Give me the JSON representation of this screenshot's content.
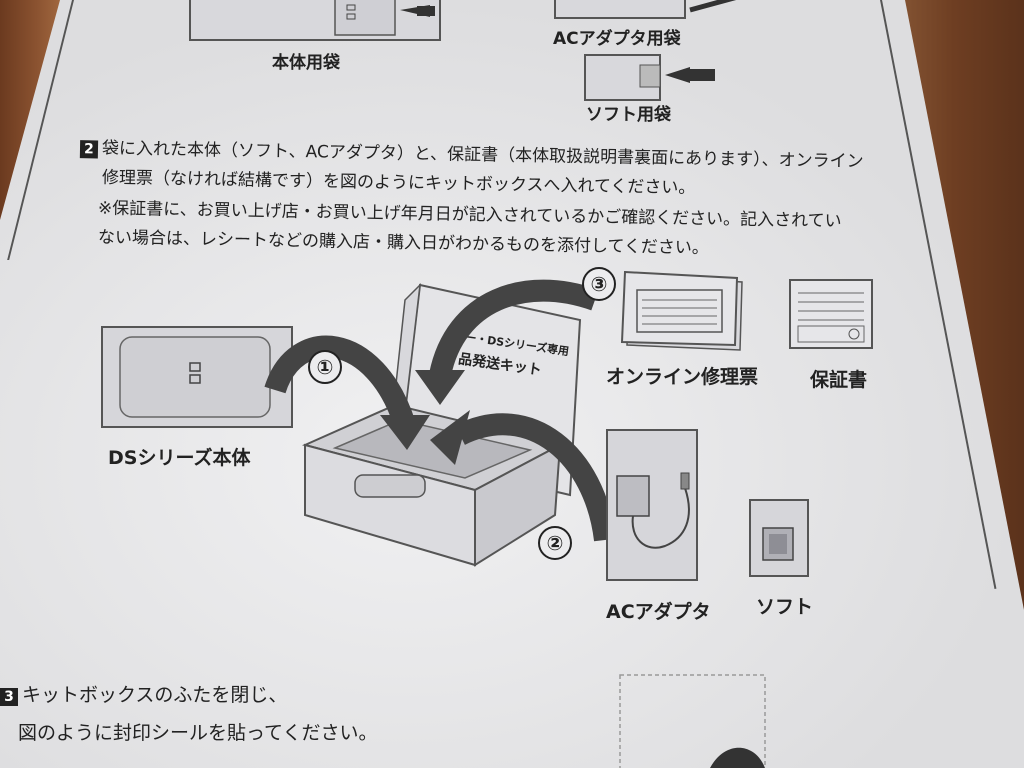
{
  "top_labels": {
    "honta_bag": "本体用袋",
    "ac_bag": "ACアダプタ用袋",
    "soft_bag": "ソフト用袋"
  },
  "step2": {
    "number": "2",
    "line1": "袋に入れた本体（ソフト、ACアダプタ）と、保証書（本体取扱説明書裏面にあります）、オンライン",
    "line2": "修理票（なければ結構です）を図のようにキットボックスへ入れてください。",
    "line3": "※保証書に、お買い上げ店・お買い上げ年月日が記入されているかご確認ください。記入されてい",
    "line4": "ない場合は、レシートなどの購入店・購入日がわかるものを添付してください。"
  },
  "diagram": {
    "box_text_line1": "ー・DSシリーズ専用",
    "box_text_line2": "品発送キット",
    "num1": "①",
    "num2": "②",
    "num3": "③",
    "ds_label": "DSシリーズ本体",
    "online_label": "オンライン修理票",
    "warranty_label": "保証書",
    "ac_label": "ACアダプタ",
    "soft_label": "ソフト"
  },
  "step3": {
    "number": "3",
    "line1": "キットボックスのふたを閉じ、",
    "line2": "図のように封印シールを貼ってください。"
  },
  "colors": {
    "paper": "#e9e9eb",
    "ink": "#222222",
    "arrow": "#444444"
  }
}
